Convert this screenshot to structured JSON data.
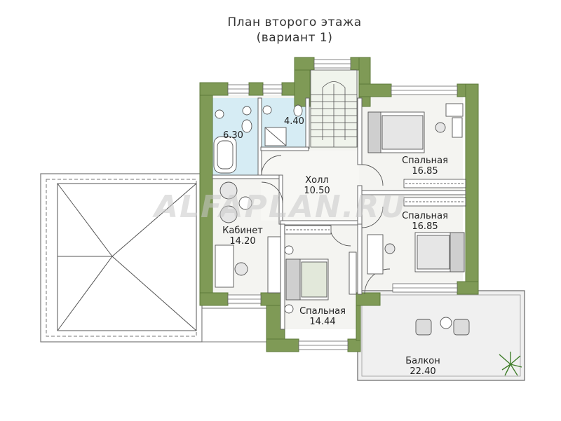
{
  "title": {
    "line1": "План второго этажа",
    "line2": "(вариант 1)"
  },
  "watermark": "ALFAPLAN.RU",
  "colors": {
    "wall": "#7f9a56",
    "wall_dark": "#5d7a3a",
    "floor": "#f4f4f1",
    "bath_floor": "#d6ecf4",
    "stair_floor": "#eef2ea",
    "balcony_floor": "#f0f0f0",
    "line": "#555555"
  },
  "rooms": [
    {
      "key": "bath1",
      "area": "6.30"
    },
    {
      "key": "bath2",
      "area": "4.40"
    },
    {
      "key": "hall",
      "name": "Холл",
      "area": "10.50"
    },
    {
      "key": "bedroom_ne",
      "name": "Спальная",
      "area": "16.85"
    },
    {
      "key": "bedroom_e",
      "name": "Спальная",
      "area": "16.85"
    },
    {
      "key": "study",
      "name": "Кабинет",
      "area": "14.20"
    },
    {
      "key": "bedroom_s",
      "name": "Спальная",
      "area": "14.44"
    },
    {
      "key": "balcony",
      "name": "Балкон",
      "area": "22.40"
    }
  ]
}
